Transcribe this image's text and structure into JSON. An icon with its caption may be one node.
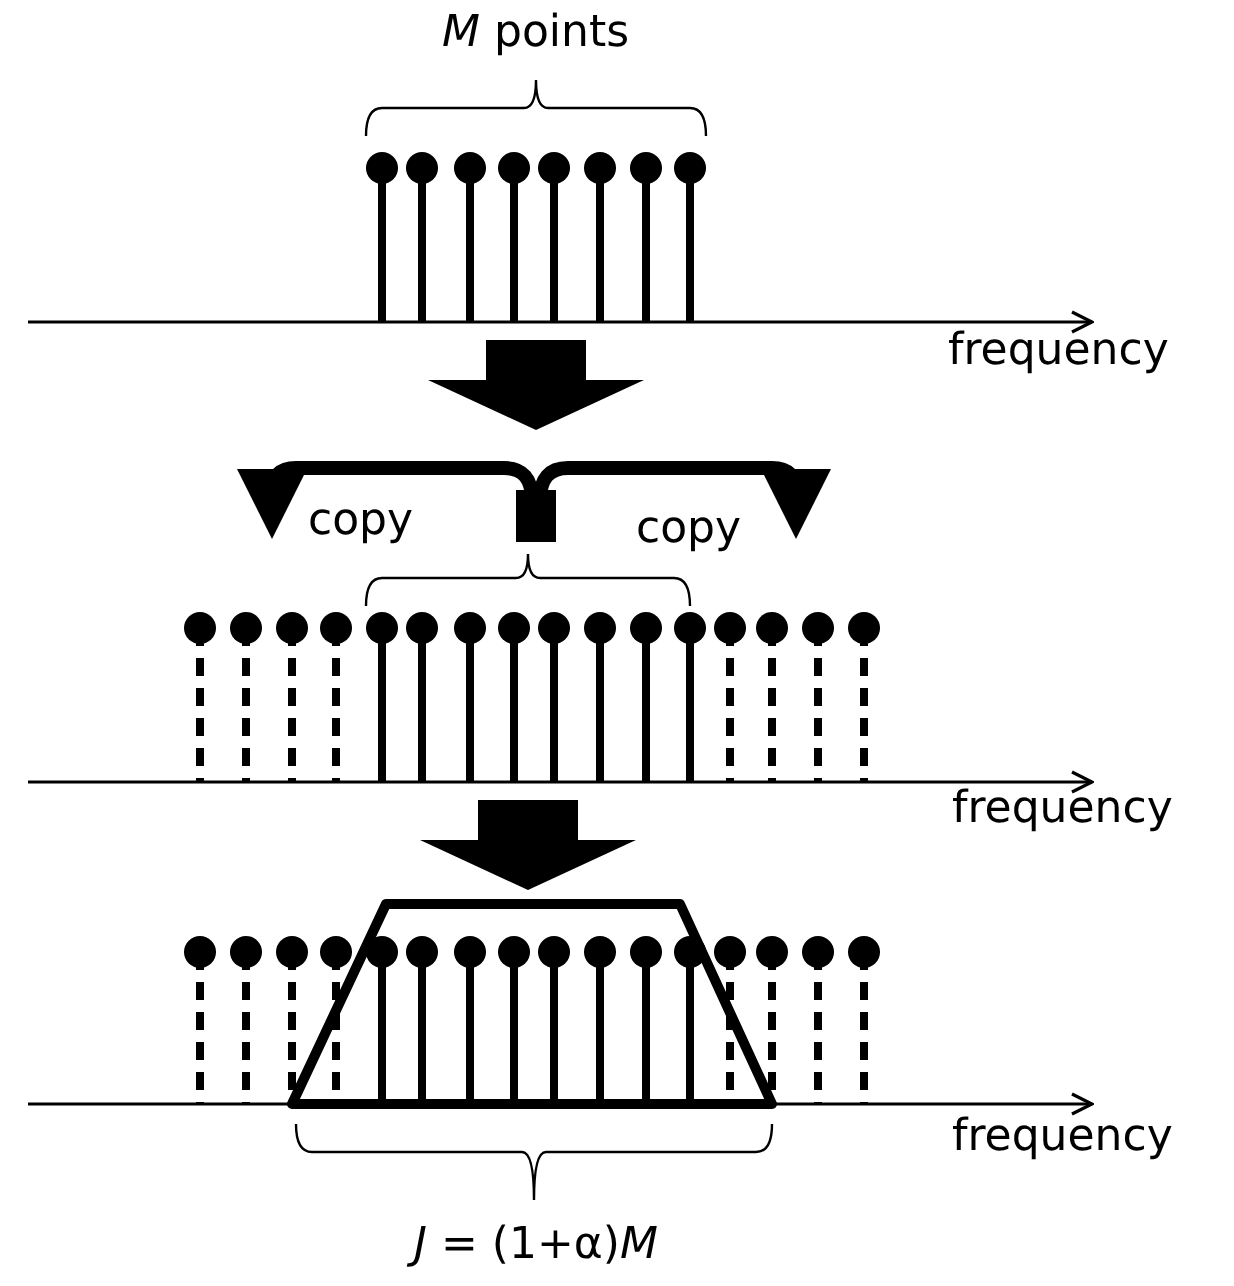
{
  "diagram": {
    "labels": [
      "*M* points",
      "frequency",
      "copy",
      "copy",
      "frequency",
      "frequency",
      "*J* = (1+α)*M*"
    ]
  }
}
